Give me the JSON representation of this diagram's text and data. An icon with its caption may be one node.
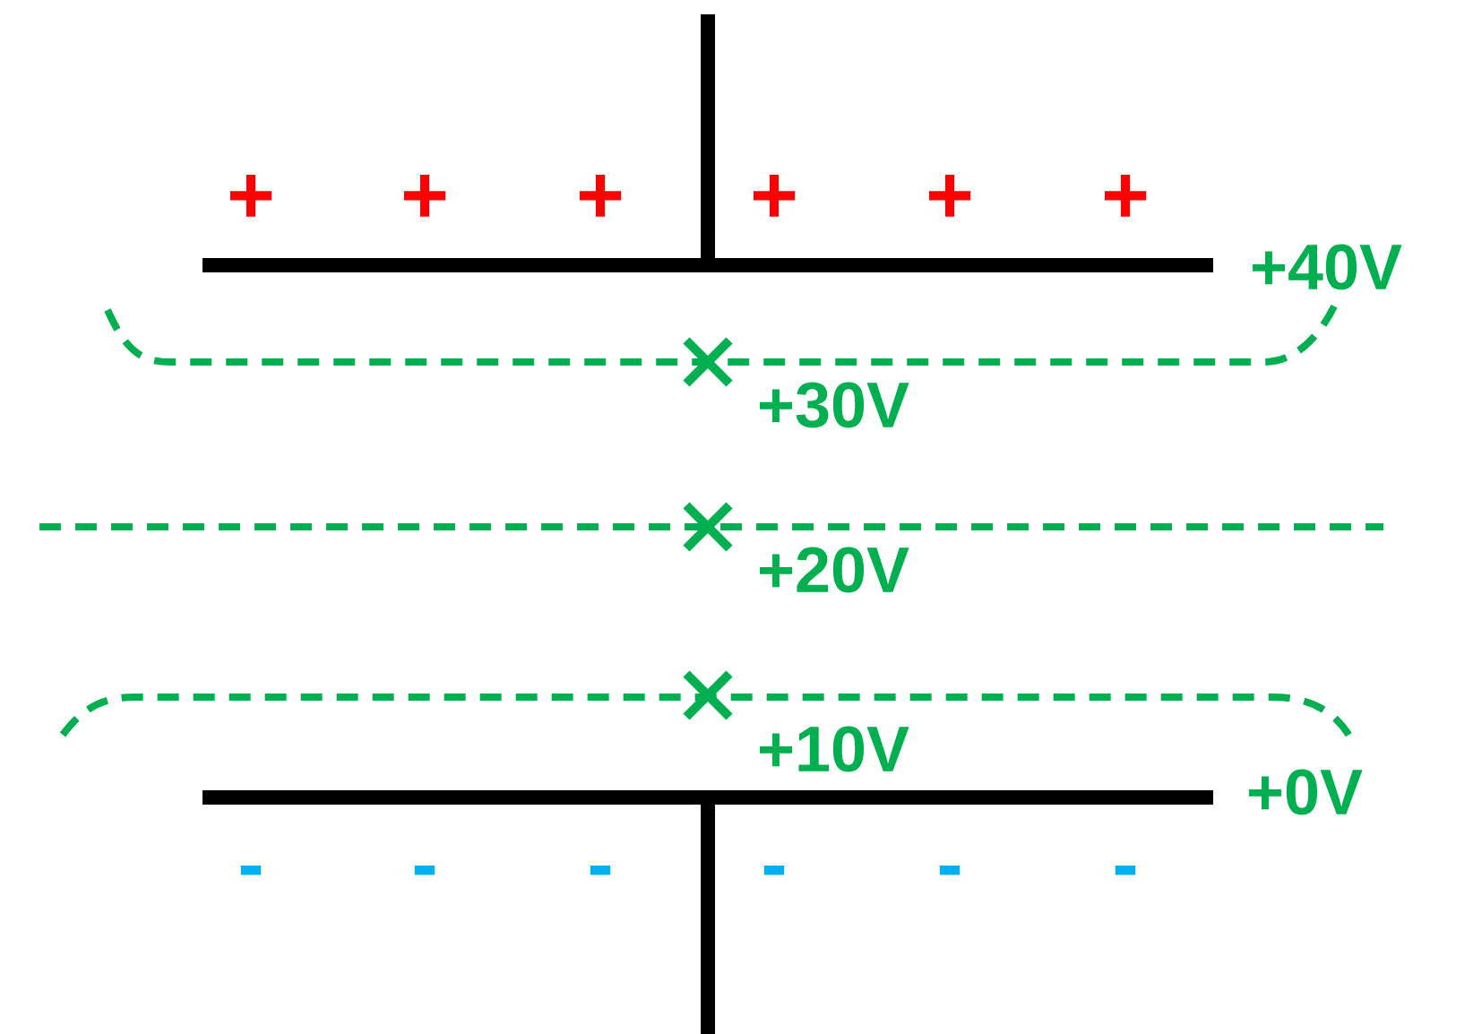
{
  "diagram": {
    "labels": [
      "+",
      "+",
      "+",
      "+",
      "+",
      "+",
      "+40V",
      "+30V",
      "+20V",
      "+10V",
      "+0V",
      "-",
      "-",
      "-",
      "-",
      "-",
      "-"
    ]
  }
}
